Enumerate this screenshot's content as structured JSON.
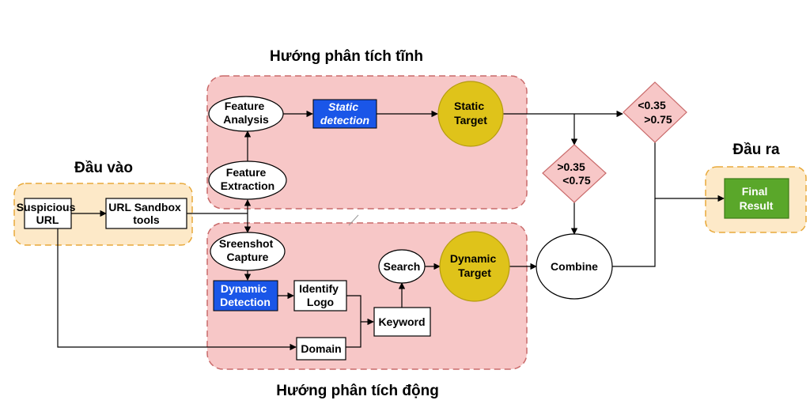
{
  "groups": {
    "input_title": "Đầu vào",
    "output_title": "Đầu ra",
    "static_title": "Hướng phân tích tĩnh",
    "dynamic_title": "Hướng phân tích động"
  },
  "nodes": {
    "suspicious_url": [
      "Suspicious",
      "URL"
    ],
    "url_sandbox": [
      "URL Sandbox",
      "tools"
    ],
    "feature_extraction": [
      "Feature",
      "Extraction"
    ],
    "feature_analysis": [
      "Feature",
      "Analysis"
    ],
    "static_detection": [
      "Static",
      "detection"
    ],
    "static_target": [
      "Static",
      "Target"
    ],
    "screenshot_capture": [
      "Sreenshot",
      "Capture"
    ],
    "dynamic_detection": [
      "Dynamic",
      "Detection"
    ],
    "identify_logo": [
      "Identify",
      "Logo"
    ],
    "domain": "Domain",
    "keyword": "Keyword",
    "search": "Search",
    "dynamic_target": [
      "Dynamic",
      "Target"
    ],
    "combine": "Combine",
    "range_middle": [
      ">0.35",
      "<0.75"
    ],
    "range_extreme": [
      "<0.35",
      ">0.75"
    ],
    "final_result": [
      "Final",
      "Result"
    ]
  },
  "colors": {
    "input_output_fill": "#fde9c8",
    "input_output_border": "#e8a93a",
    "analysis_fill": "#f7c7c7",
    "analysis_border": "#c96a6a",
    "detection_fill": "#1a56e8",
    "target_fill": "#dfc31a",
    "target_border": "#b59c10",
    "diamond_fill": "#f7c7c7",
    "diamond_border": "#c96a6a",
    "final_fill": "#5aa72a",
    "final_border": "#3c7a18"
  }
}
